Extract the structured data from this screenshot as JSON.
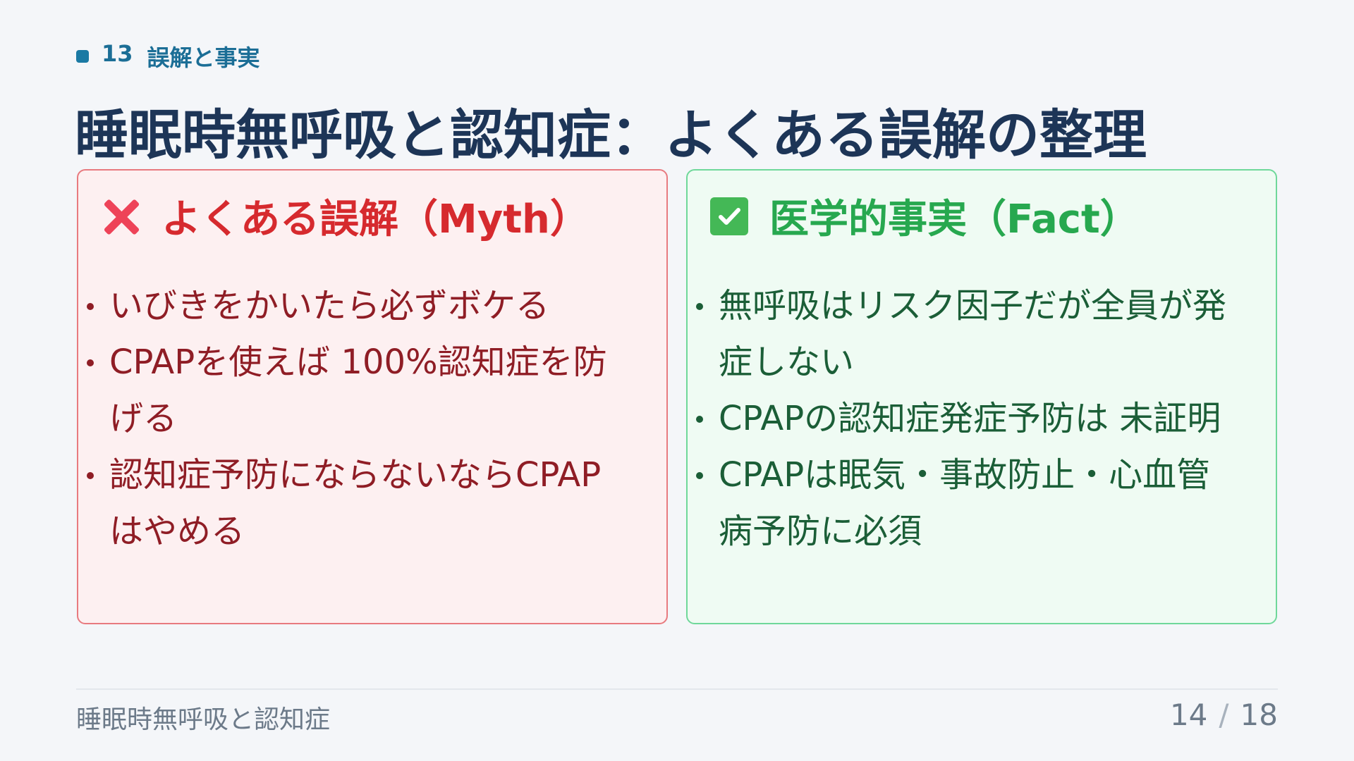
{
  "kicker": {
    "number": "13",
    "label": "誤解と事実"
  },
  "title": "睡眠時無呼吸と認知症：よくある誤解の整理",
  "myth": {
    "icon": "cross-mark-icon",
    "heading": "よくある誤解（Myth）",
    "items": [
      "いびきをかいたら必ずボケる",
      "CPAPを使えば 100%認知症を防げる",
      "認知症予防にならないならCPAPはやめる"
    ]
  },
  "fact": {
    "icon": "check-box-icon",
    "heading": "医学的事実（Fact）",
    "items": [
      "無呼吸はリスク因子だが全員が発症しない",
      "CPAPの認知症発症予防は 未証明",
      "CPAPは眠気・事故防止・心血管病予防に必須"
    ]
  },
  "footer": {
    "title": "睡眠時無呼吸と認知症",
    "page_current": "14",
    "page_separator": "/",
    "page_total": "18"
  },
  "colors": {
    "background": "#f4f6f9",
    "title": "#1d3557",
    "myth_accent": "#d62a2e",
    "myth_bg": "#fdf0f1",
    "fact_accent": "#27a84f",
    "fact_bg": "#effbf3"
  }
}
